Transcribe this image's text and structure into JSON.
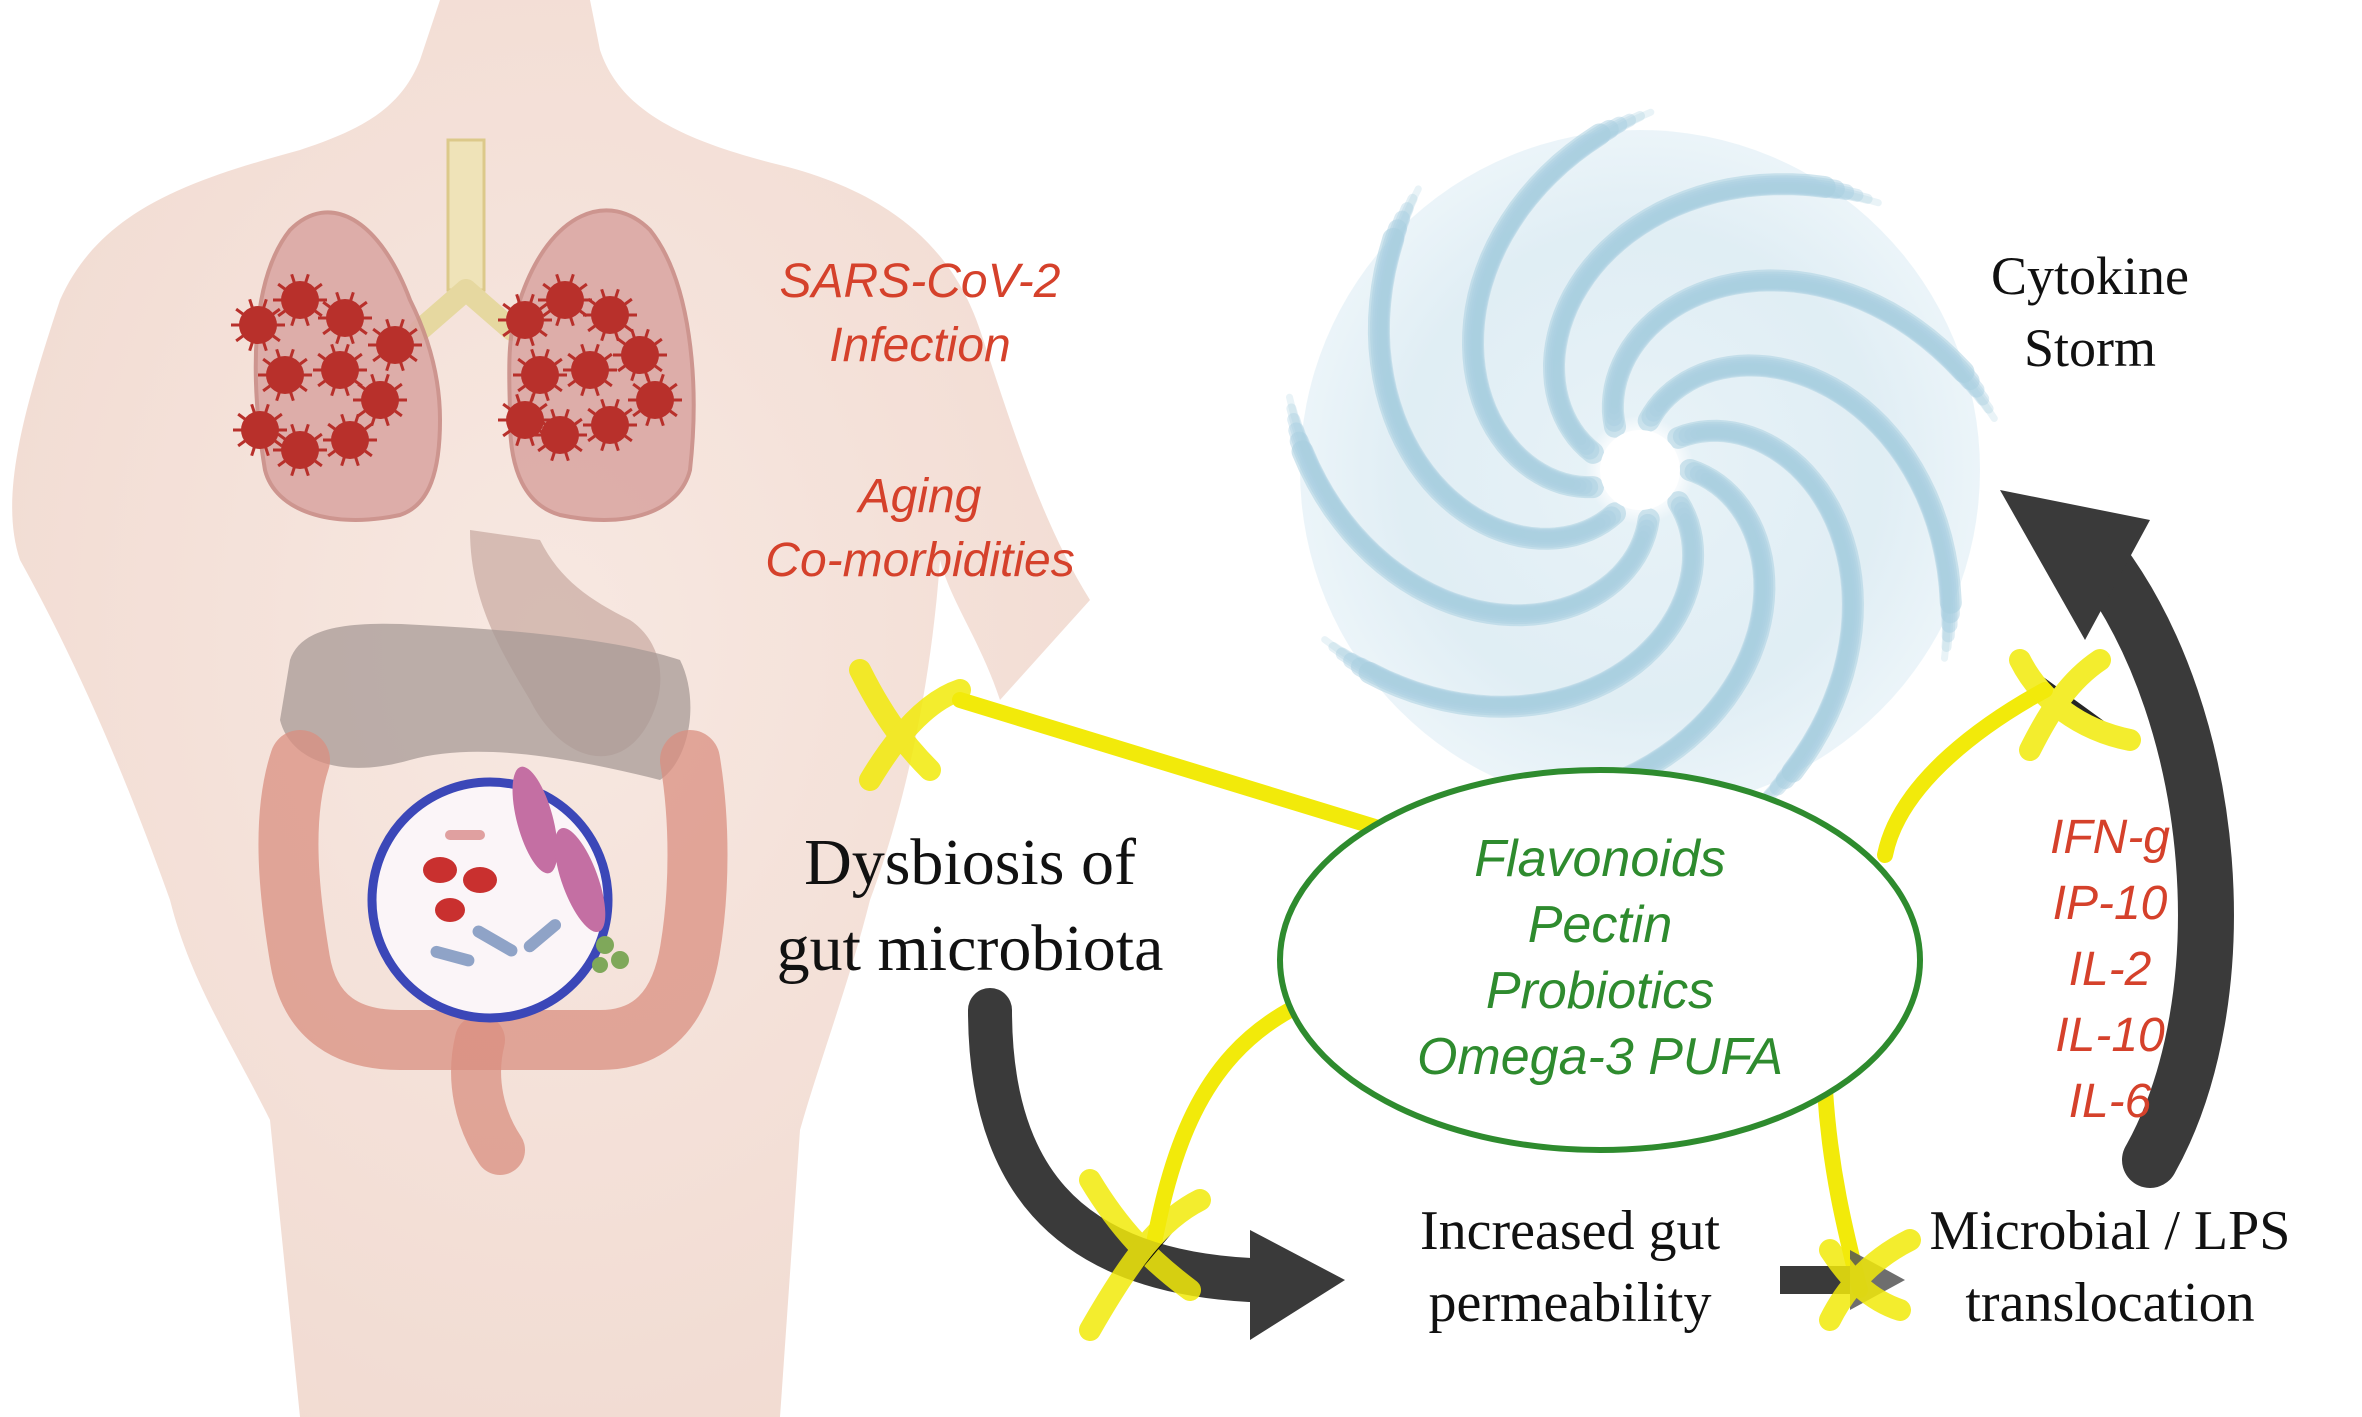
{
  "labels": {
    "infection": [
      "SARS-CoV-2",
      "Infection"
    ],
    "risk_factors": [
      "Aging",
      "Co-morbidities"
    ],
    "cytokine_storm": [
      "Cytokine",
      "Storm"
    ],
    "dysbiosis": [
      "Dysbiosis of",
      "gut microbiota"
    ],
    "interventions": [
      "Flavonoids",
      "Pectin",
      "Probiotics",
      "Omega-3 PUFA"
    ],
    "cytokines": [
      "IFN-g",
      "IP-10",
      "IL-2",
      "IL-10",
      "IL-6"
    ],
    "permeability": [
      "Increased gut",
      "permeability"
    ],
    "translocation": [
      "Microbial / LPS",
      "translocation"
    ]
  },
  "colors": {
    "risk_text": "#d5412b",
    "intervention_text": "#2e8b2e",
    "intervention_ring": "#2e8b2e",
    "inhibition_line": "#f2ea0a",
    "flow_arrow": "#3a3a3a",
    "storm": "#a9cfe0",
    "skin": "#f3dcd2",
    "lung": "#d9a3a1",
    "virus": "#b8302b",
    "microbiome_ring": "#3b47b8"
  },
  "icons": [
    "torso-illustration",
    "lungs-icon",
    "virus-icon",
    "intestine-icon",
    "microbiome-magnifier-icon",
    "cyclone-icon",
    "inhibition-mark-icon",
    "flow-arrow-icon"
  ]
}
